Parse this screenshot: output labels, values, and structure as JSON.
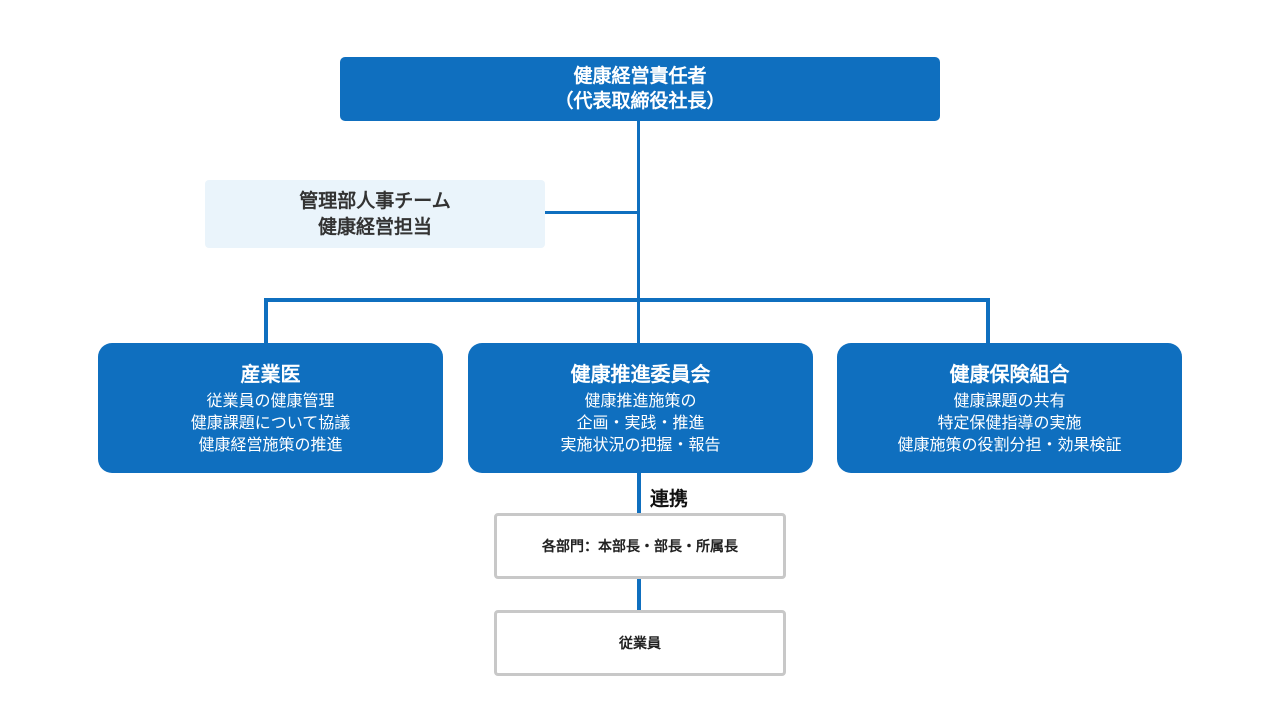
{
  "top": {
    "line1": "健康経営責任者",
    "line2": "（代表取締役社長）"
  },
  "hr": {
    "line1": "管理部人事チーム",
    "line2": "健康経営担当"
  },
  "occupational_physician": {
    "title": "産業医",
    "lines": [
      "従業員の健康管理",
      "健康課題について協議",
      "健康経営施策の推進"
    ]
  },
  "health_committee": {
    "title": "健康推進委員会",
    "lines": [
      "健康推進施策の",
      "企画・実践・推進",
      "実施状況の把握・報告"
    ]
  },
  "health_insurance": {
    "title": "健康保険組合",
    "lines": [
      "健康課題の共有",
      "特定保健指導の実施",
      "健康施策の役割分担・効果検証"
    ]
  },
  "link_label": "連携",
  "departments": "各部門：本部長・部長・所属長",
  "employees": "従業員",
  "colors": {
    "primary": "#0f6fbf",
    "light_bg": "#eaf4fb",
    "grey_border": "#c8c8c8"
  }
}
